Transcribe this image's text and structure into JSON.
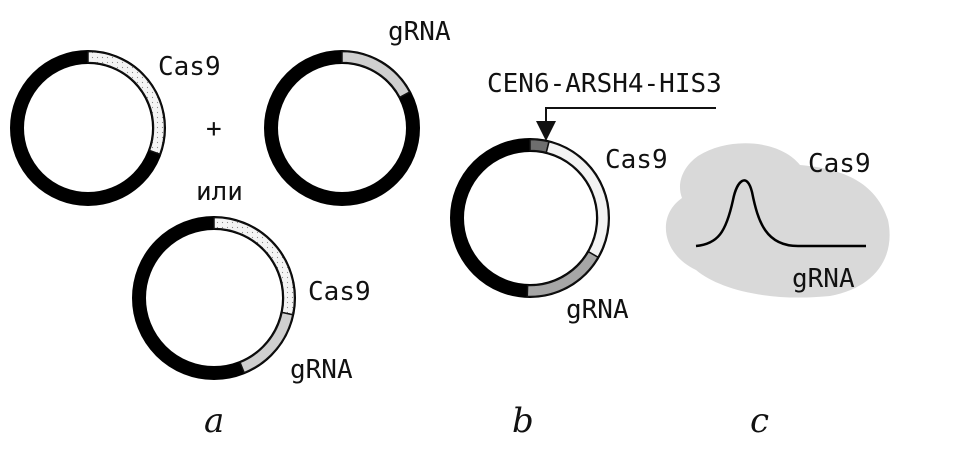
{
  "colors": {
    "backbone": "#000000",
    "cas9_fill": "#f3f3f3",
    "grna_fill": "#cfcfcf",
    "grna_fill_dark": "#a6a6a6",
    "marker_fill": "#6e6e6e",
    "cloud_fill": "#d9d9d9",
    "outline": "#111111"
  },
  "panel_a": {
    "plasmid_1_label": "Cas9",
    "plus": "+",
    "plasmid_2_label": "gRNA",
    "or": "или",
    "combined_cas9_label": "Cas9",
    "combined_grna_label": "gRNA",
    "panel_letter": "a"
  },
  "panel_b": {
    "marker_label": "CEN6-ARSH4-HIS3",
    "cas9_label": "Cas9",
    "grna_label": "gRNA",
    "panel_letter": "b"
  },
  "panel_c": {
    "cas9_label": "Cas9",
    "grna_label": "gRNA",
    "panel_letter": "c"
  }
}
